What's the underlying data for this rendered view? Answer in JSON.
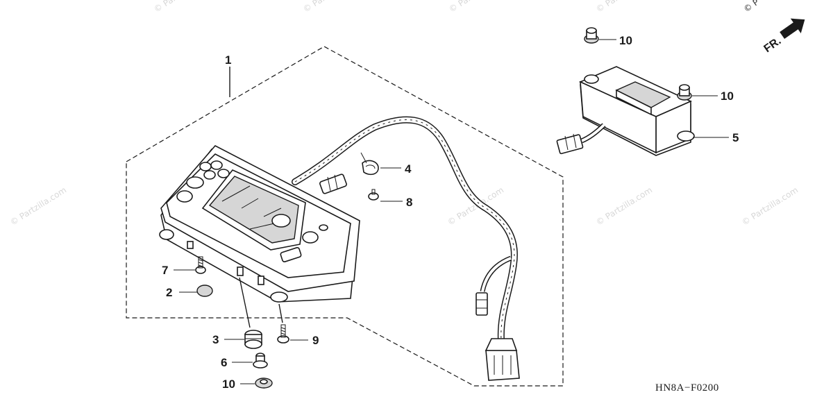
{
  "diagram": {
    "drawing_code": "HN8A−F0200",
    "direction_label": "FR.",
    "copyright_symbol": "© P",
    "watermark_text": "© Partzilla.com",
    "callouts": {
      "c1": "1",
      "c2": "2",
      "c3": "3",
      "c4": "4",
      "c5": "5",
      "c6": "6",
      "c7": "7",
      "c8": "8",
      "c9": "9",
      "c10a": "10",
      "c10b": "10",
      "c10c": "10"
    }
  }
}
